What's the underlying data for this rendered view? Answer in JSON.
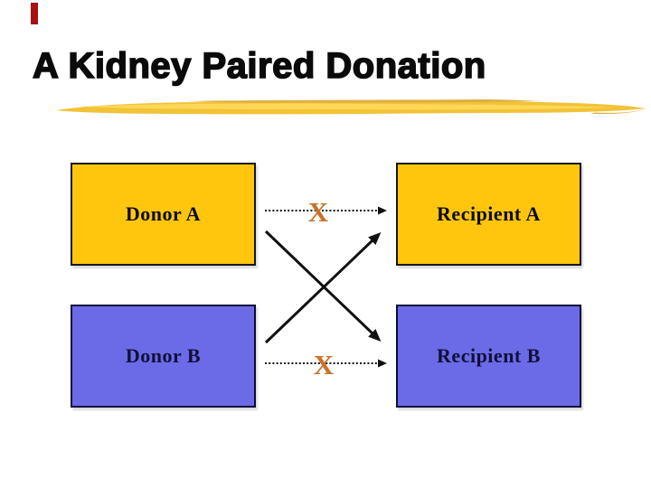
{
  "slide": {
    "title": "A Kidney Paired Donation",
    "nodes": [
      {
        "id": "donor-a",
        "label": "Donor A",
        "pair": "A"
      },
      {
        "id": "recipient-a",
        "label": "Recipient A",
        "pair": "A"
      },
      {
        "id": "donor-b",
        "label": "Donor B",
        "pair": "B"
      },
      {
        "id": "recipient-b",
        "label": "Recipient B",
        "pair": "B"
      }
    ],
    "connections": [
      {
        "from": "Donor A",
        "to": "Recipient A",
        "style": "dotted",
        "status": "incompatible",
        "mark": "X"
      },
      {
        "from": "Donor B",
        "to": "Recipient B",
        "style": "dotted",
        "status": "incompatible",
        "mark": "X"
      },
      {
        "from": "Donor A",
        "to": "Recipient B",
        "style": "solid",
        "status": "exchange"
      },
      {
        "from": "Donor B",
        "to": "Recipient A",
        "style": "solid",
        "status": "exchange"
      }
    ],
    "marks": {
      "x_top": "X",
      "x_bottom": "X"
    },
    "colors": {
      "pair_a": "#FFC60D",
      "pair_b": "#6B6BE7",
      "x_mark": "#C9722A",
      "brush": "#F2C237",
      "brush_light": "#FFD95C",
      "brush_dark": "#D8A22B",
      "title": "#0A0A0A",
      "corner_mark": "#A61111",
      "arrow": "#111111"
    }
  }
}
